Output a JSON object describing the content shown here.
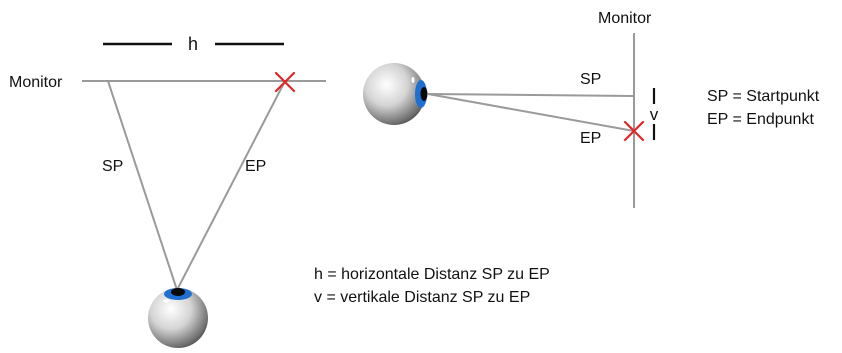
{
  "top_view": {
    "h_label": "h",
    "monitor_label": "Monitor",
    "sp_label": "SP",
    "ep_label": "EP"
  },
  "side_view": {
    "monitor_label": "Monitor",
    "sp_label": "SP",
    "ep_label": "EP",
    "v_label": "v"
  },
  "legend": {
    "sp": "SP = Startpunkt",
    "ep": "EP = Endpunkt",
    "h": "h = horizontale Distanz SP zu EP",
    "v": "v = vertikale Distanz SP zu EP"
  },
  "colors": {
    "line": "#9a9a9a",
    "marker": "#e0262b",
    "iris": "#1f6fd1",
    "pupil": "#0a0a0a"
  },
  "icons": [
    "eye-icon",
    "cross-marker-icon"
  ]
}
